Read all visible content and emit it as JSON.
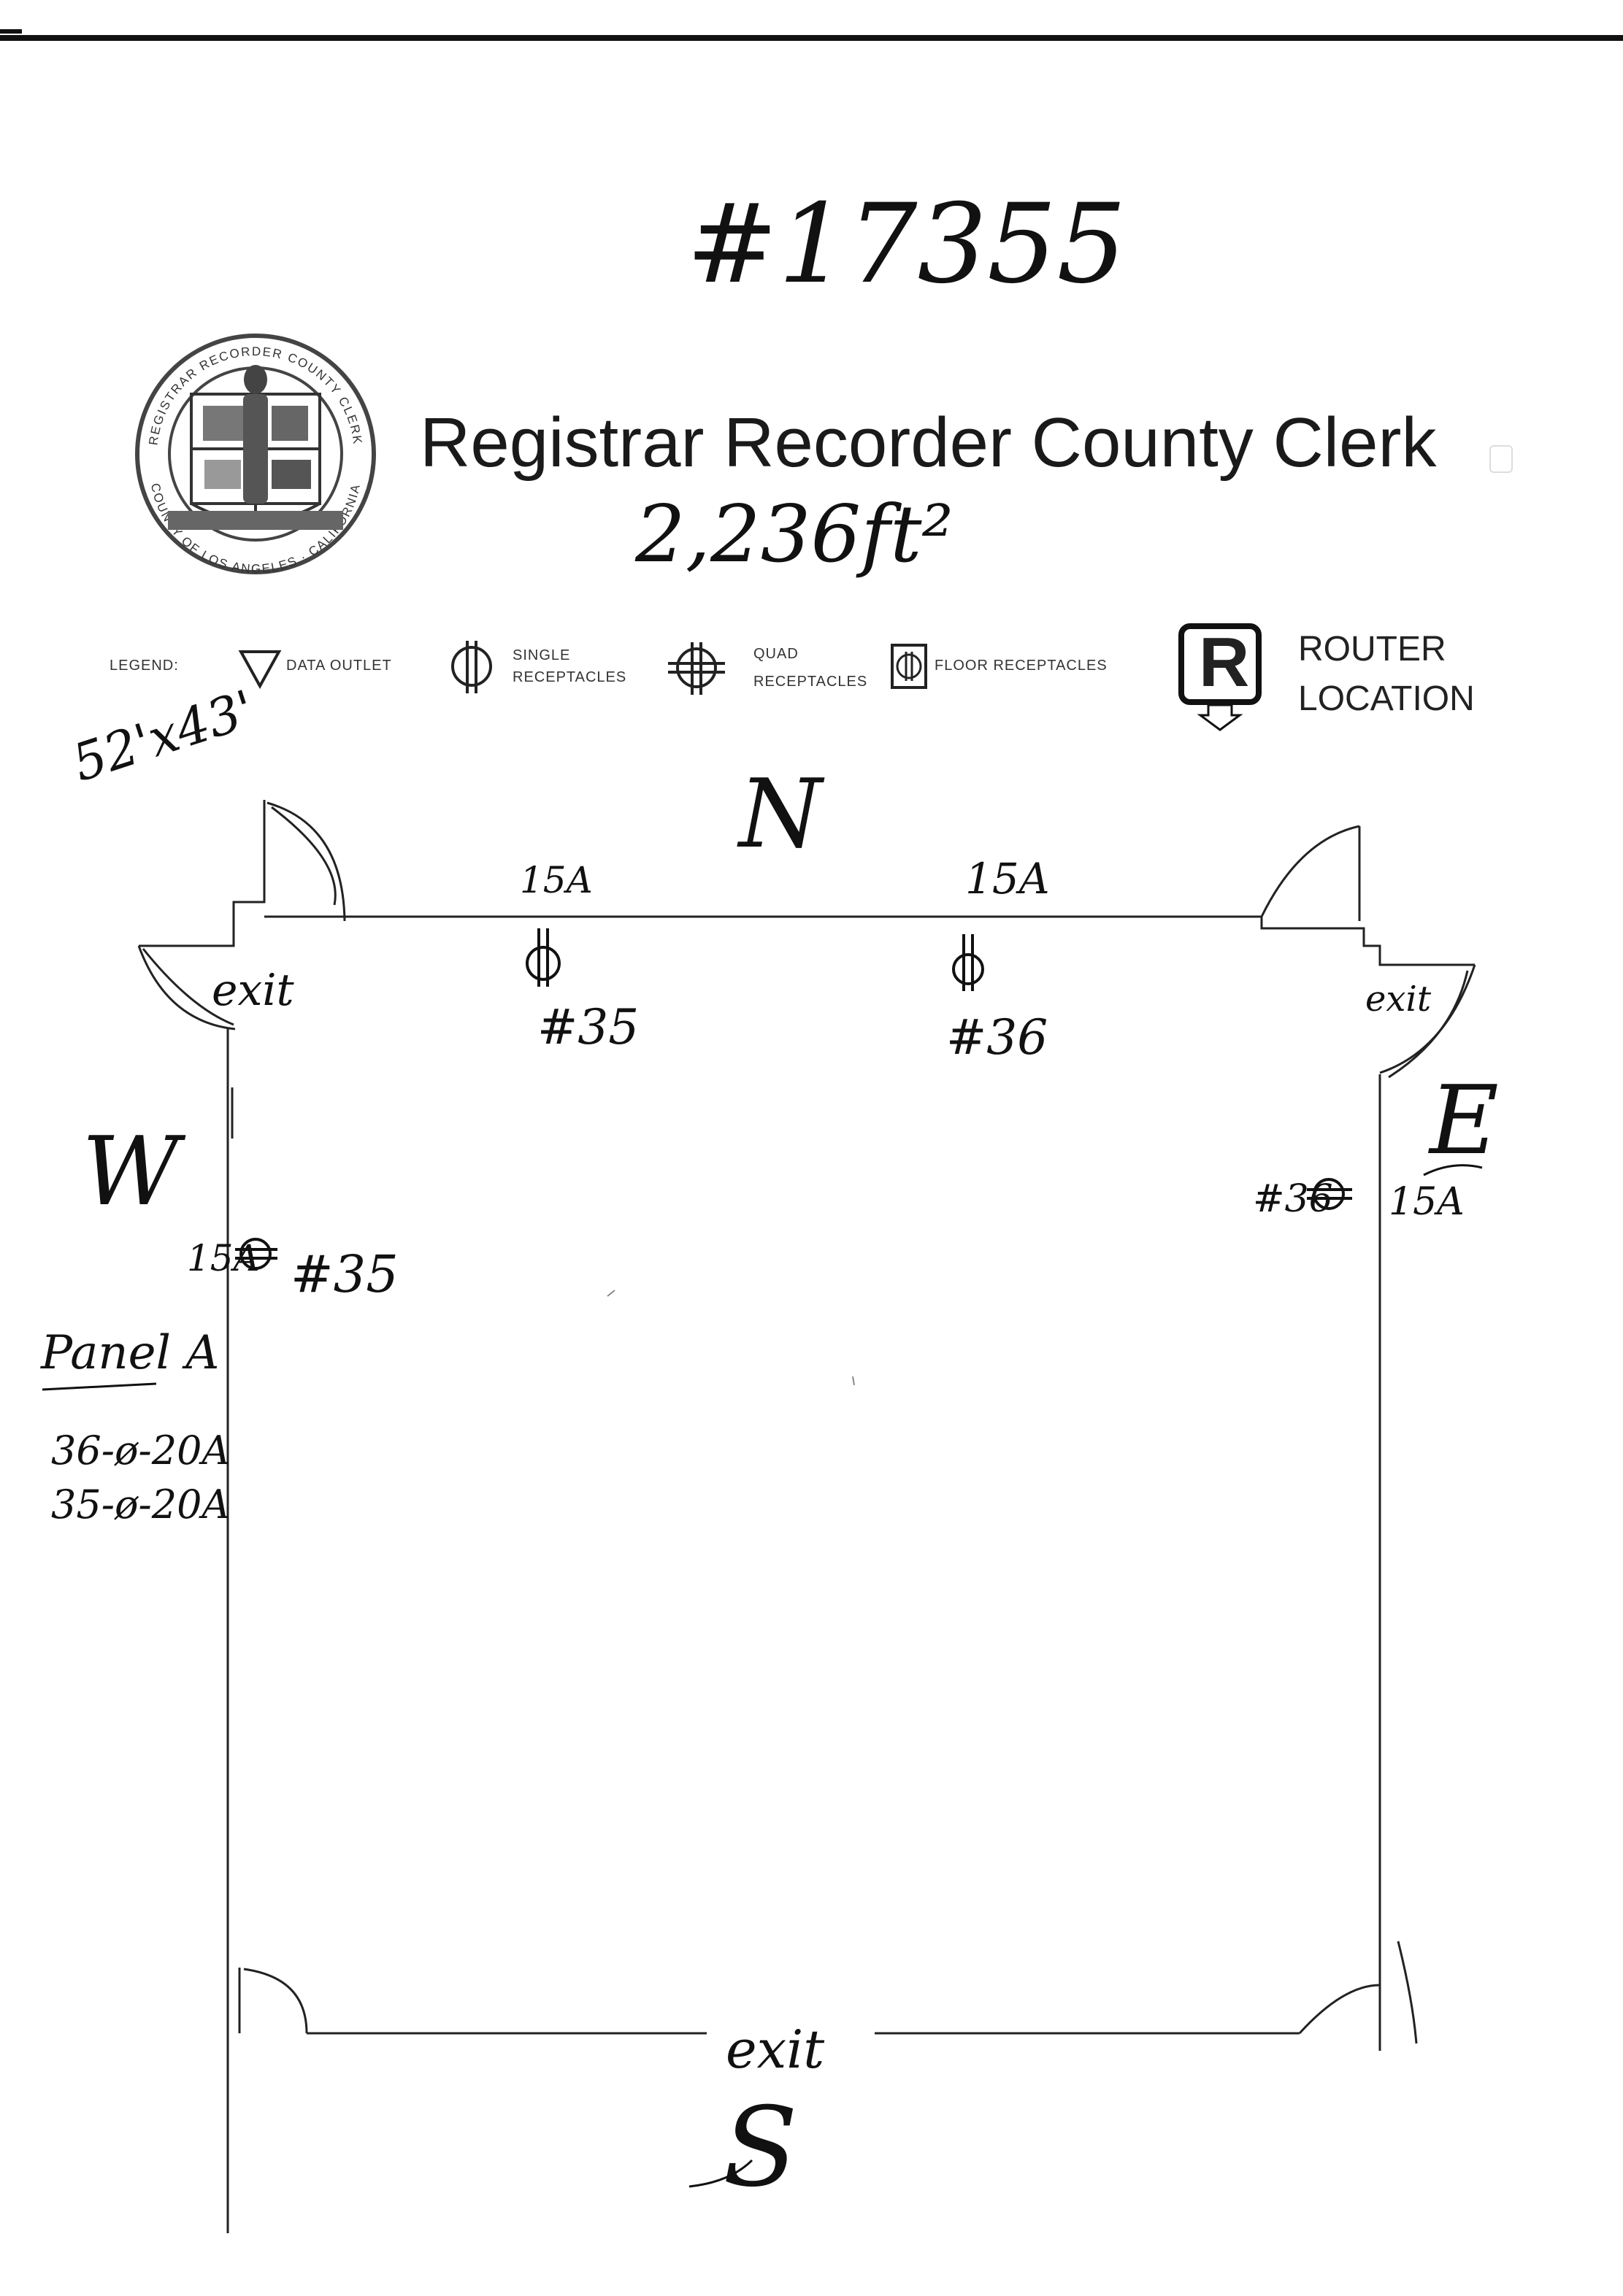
{
  "document": {
    "job_number": "#17355",
    "title": "Registrar Recorder County Clerk",
    "area": "2,236ft²",
    "dimensions": "52'x43'"
  },
  "seal": {
    "text_top": "REGISTRAR RECORDER COUNTY CLERK",
    "text_bottom": "COUNTY OF LOS ANGELES · CALIFORNIA"
  },
  "legend": {
    "label": "LEGEND:",
    "data_outlet": "DATA OUTLET",
    "single_line1": "SINGLE",
    "single_line2": "RECEPTACLES",
    "quad_line1": "QUAD",
    "quad_line2": "RECEPTACLES",
    "floor": "FLOOR RECEPTACLES",
    "router_letter": "R",
    "router_line1": "ROUTER",
    "router_line2": "LOCATION"
  },
  "compass": {
    "north": "N",
    "south": "S",
    "west": "W",
    "east": "E"
  },
  "exits": {
    "nw": "exit",
    "ne": "exit",
    "south": "exit"
  },
  "outlets": {
    "n1_amp": "15A",
    "n1_circuit": "#35",
    "n2_amp": "15A",
    "n2_circuit": "#36",
    "w_amp": "15A",
    "w_circuit": "#35",
    "e_amp": "15A",
    "e_circuit": "#36"
  },
  "panel": {
    "title": "Panel A",
    "line1": "36-ø-20A",
    "line2": "35-ø-20A"
  }
}
